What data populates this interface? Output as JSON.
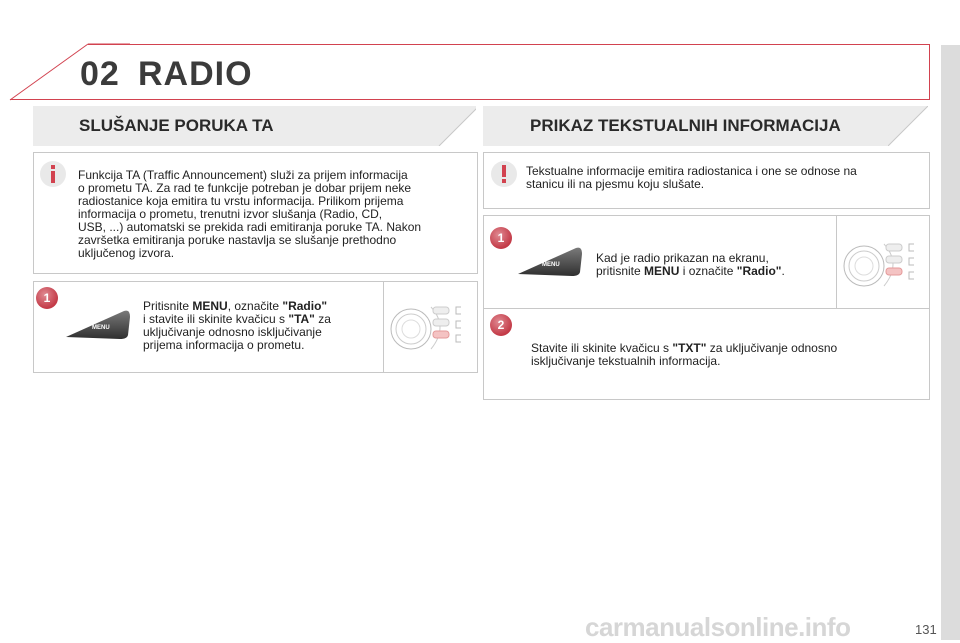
{
  "header": {
    "chapter_number": "02",
    "chapter_title": "RADIO",
    "accent_color": "#d2424f"
  },
  "left_section": {
    "title": "SLUŠANJE PORUKA TA",
    "info_icon": "info-icon",
    "info_text_lines": [
      "Funkcija TA (Traffic Announcement) služi za prijem informacija",
      "o prometu TA. Za rad te funkcije potreban je dobar prijem neke",
      "radiostanice koja emitira tu vrstu informacija. Prilikom prijema",
      "informacija o prometu, trenutni izvor slušanja (Radio, CD,",
      "USB, ...) automatski se prekida radi emitiranja poruke TA. Nakon",
      "završetka emitiranja poruke nastavlja se slušanje prethodno",
      "uključenog izvora."
    ],
    "step1": {
      "number": "1",
      "button_label": "MENU",
      "line1_a": "Pritisnite ",
      "line1_b": "MENU",
      "line1_c": ", označite ",
      "line1_d": "\"Radio\"",
      "line2_a": "i stavite ili skinite kvačicu s ",
      "line2_b": "\"TA\"",
      "line2_c": " za",
      "line3": "uključivanje odnosno isključivanje",
      "line4": "prijema informacija o prometu."
    }
  },
  "right_section": {
    "title": "PRIKAZ TEKSTUALNIH INFORMACIJA",
    "warning_icon": "exclamation-icon",
    "warning_text_lines": [
      "Tekstualne informacije emitira radiostanica i one se odnose na",
      "stanicu ili na pjesmu koju slušate."
    ],
    "step1": {
      "number": "1",
      "button_label": "MENU",
      "line1": "Kad je radio prikazan na ekranu,",
      "line2_a": "pritisnite ",
      "line2_b": "MENU",
      "line2_c": " i označite ",
      "line2_d": "\"Radio\"",
      "line2_e": "."
    },
    "step2": {
      "number": "2",
      "line1_a": "Stavite ili skinite kvačicu s ",
      "line1_b": "\"TXT\"",
      "line1_c": " za uključivanje odnosno",
      "line2": "isključivanje tekstualnih informacija."
    }
  },
  "footer": {
    "page_number": "131",
    "watermark": "carmanualsonline.info"
  }
}
